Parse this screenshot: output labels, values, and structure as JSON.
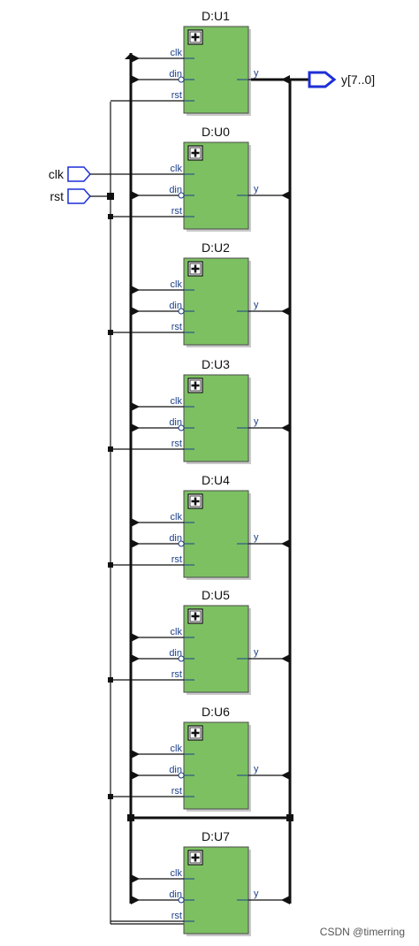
{
  "diagram": {
    "inputs": [
      {
        "name": "clk",
        "label": "clk"
      },
      {
        "name": "rst",
        "label": "rst"
      }
    ],
    "output": {
      "label": "y[7..0]"
    },
    "blocks": [
      {
        "id": "u1",
        "title": "D:U1",
        "ports_in": [
          "clk",
          "din",
          "rst"
        ],
        "port_out": "y"
      },
      {
        "id": "u0",
        "title": "D:U0",
        "ports_in": [
          "clk",
          "din",
          "rst"
        ],
        "port_out": "y"
      },
      {
        "id": "u2",
        "title": "D:U2",
        "ports_in": [
          "clk",
          "din",
          "rst"
        ],
        "port_out": "y"
      },
      {
        "id": "u3",
        "title": "D:U3",
        "ports_in": [
          "clk",
          "din",
          "rst"
        ],
        "port_out": "y"
      },
      {
        "id": "u4",
        "title": "D:U4",
        "ports_in": [
          "clk",
          "din",
          "rst"
        ],
        "port_out": "y"
      },
      {
        "id": "u5",
        "title": "D:U5",
        "ports_in": [
          "clk",
          "din",
          "rst"
        ],
        "port_out": "y"
      },
      {
        "id": "u6",
        "title": "D:U6",
        "ports_in": [
          "clk",
          "din",
          "rst"
        ],
        "port_out": "y"
      },
      {
        "id": "u7",
        "title": "D:U7",
        "ports_in": [
          "clk",
          "din",
          "rst"
        ],
        "port_out": "y"
      }
    ],
    "colors": {
      "block_fill": "#7cc062",
      "block_stroke": "#4a4a4a",
      "wire": "#111111",
      "port_line": "#1b3f8a",
      "io_stroke": "#1d2fd6"
    }
  },
  "watermark": "CSDN @timerring"
}
